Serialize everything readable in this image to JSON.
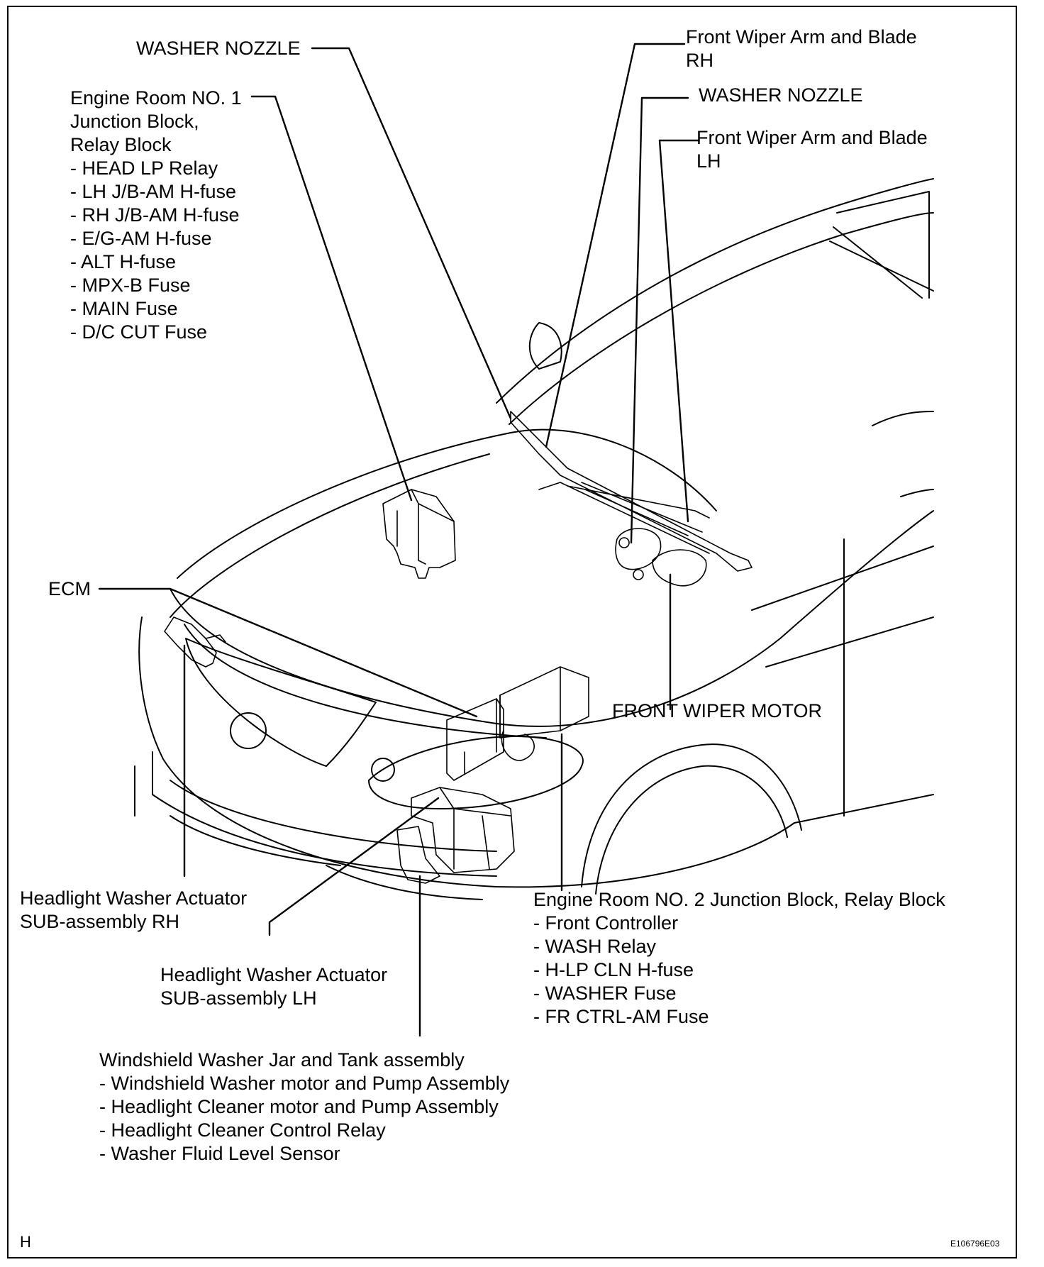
{
  "labels": {
    "washer_nozzle_left": "WASHER NOZZLE",
    "engine_room_no1": {
      "title": [
        "Engine Room NO. 1",
        "Junction Block,",
        "Relay Block"
      ],
      "items": [
        "- HEAD LP Relay",
        "- LH J/B-AM H-fuse",
        "- RH J/B-AM H-fuse",
        "- E/G-AM H-fuse",
        "- ALT H-fuse",
        "- MPX-B Fuse",
        "- MAIN Fuse",
        "- D/C CUT Fuse"
      ]
    },
    "front_wiper_rh": [
      "Front Wiper Arm and Blade",
      "RH"
    ],
    "washer_nozzle_right": "WASHER NOZZLE",
    "front_wiper_lh": [
      "Front Wiper Arm and Blade",
      "LH"
    ],
    "ecm": "ECM",
    "front_wiper_motor": "FRONT WIPER MOTOR",
    "headlight_washer_rh": [
      "Headlight Washer Actuator",
      "SUB-assembly RH"
    ],
    "headlight_washer_lh": [
      "Headlight Washer Actuator",
      "SUB-assembly LH"
    ],
    "engine_room_no2": {
      "title": "Engine Room NO. 2 Junction Block, Relay Block",
      "items": [
        "- Front Controller",
        "- WASH Relay",
        "- H-LP CLN H-fuse",
        "- WASHER Fuse",
        "- FR CTRL-AM Fuse"
      ]
    },
    "washer_jar": {
      "title": "Windshield Washer Jar and Tank assembly",
      "items": [
        "- Windshield Washer motor and Pump Assembly",
        "- Headlight Cleaner motor and Pump Assembly",
        "- Headlight Cleaner Control Relay",
        "- Washer Fluid Level Sensor"
      ]
    }
  },
  "corner_letter": "H",
  "figure_code": "E106796E03"
}
